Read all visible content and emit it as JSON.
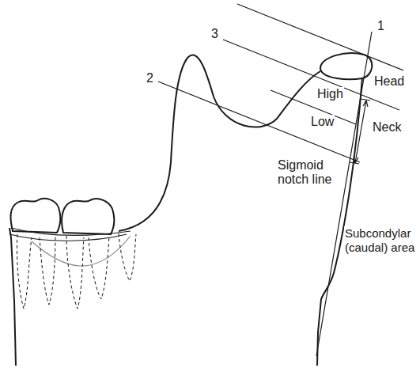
{
  "diagram": {
    "labels": [
      "1",
      "2",
      "3",
      "Head",
      "High",
      "Low",
      "Neck",
      "Sigmoid notch line",
      "Subcondylar (caudal) area"
    ]
  }
}
